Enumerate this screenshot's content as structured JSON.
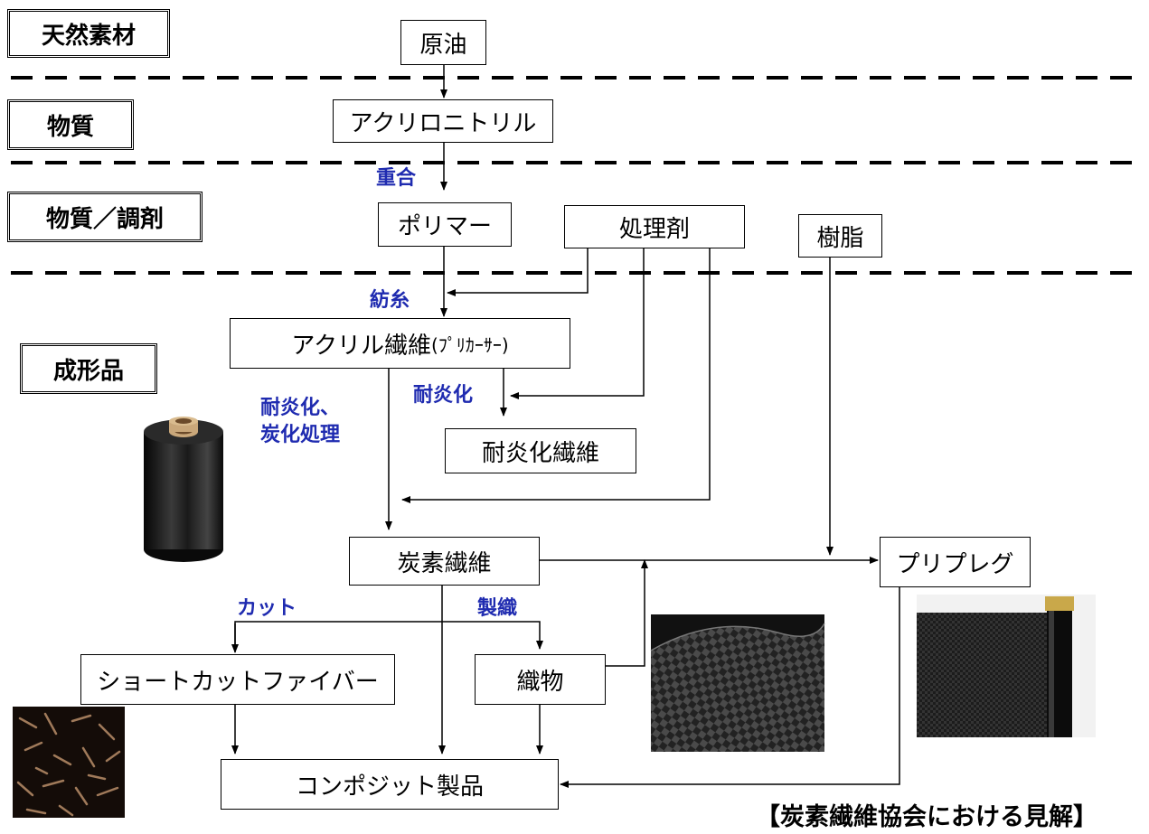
{
  "categories": {
    "natural": "天然素材",
    "substance": "物質",
    "substance_prep": "物質／調剤",
    "molded": "成形品"
  },
  "nodes": {
    "crude_oil": "原油",
    "acrylonitrile": "アクリロニトリル",
    "polymer": "ポリマー",
    "treatment_agent": "処理剤",
    "resin": "樹脂",
    "acrylic_fiber": "アクリル繊維",
    "acrylic_fiber_note": "(ﾌﾟﾘｶｰｻｰ)",
    "oxidized_fiber": "耐炎化繊維",
    "carbon_fiber": "炭素繊維",
    "prepreg": "プリプレグ",
    "short_cut_fiber": "ショートカットファイバー",
    "fabric": "織物",
    "composite": "コンポジット製品"
  },
  "process_labels": {
    "polymerization": "重合",
    "spinning": "紡糸",
    "flameproofing": "耐炎化",
    "flameproof_carbonize_1": "耐炎化、",
    "flameproof_carbonize_2": "炭化処理",
    "cut": "カット",
    "weaving": "製織"
  },
  "source_note": "【炭素繊維協会における見解】",
  "colors": {
    "process_label": "#1f2bb0",
    "line": "#000000"
  }
}
